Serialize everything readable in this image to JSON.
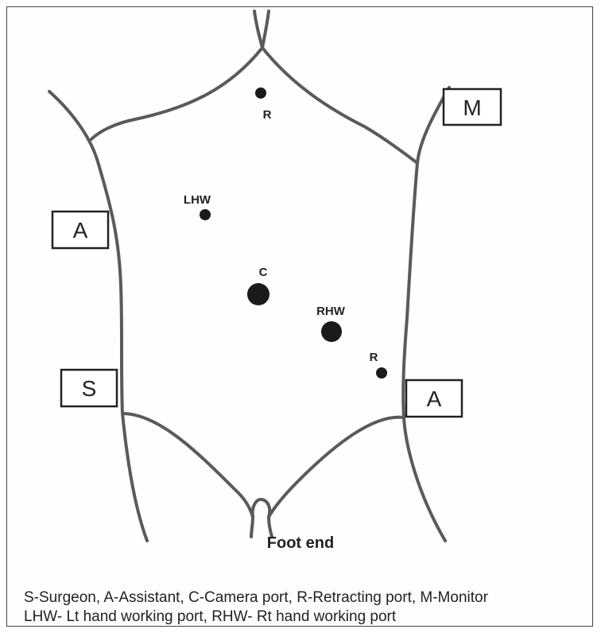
{
  "diagram": {
    "ports": [
      {
        "id": "r-top",
        "label": "R"
      },
      {
        "id": "lhw",
        "label": "LHW"
      },
      {
        "id": "c",
        "label": "C"
      },
      {
        "id": "rhw",
        "label": "RHW"
      },
      {
        "id": "r-bottom",
        "label": "R"
      }
    ],
    "positions": {
      "monitor": "M",
      "assistant_left": "A",
      "surgeon": "S",
      "assistant_right": "A"
    },
    "foot_label": "Foot end",
    "legend": {
      "line1": "S-Surgeon, A-Assistant, C-Camera port, R-Retracting port, M-Monitor",
      "line2": "LHW- Lt hand working port, RHW- Rt hand working port"
    },
    "colors": {
      "outline": "#5a5a5a",
      "port": "#1a1a1a",
      "box_border": "#222222"
    }
  }
}
